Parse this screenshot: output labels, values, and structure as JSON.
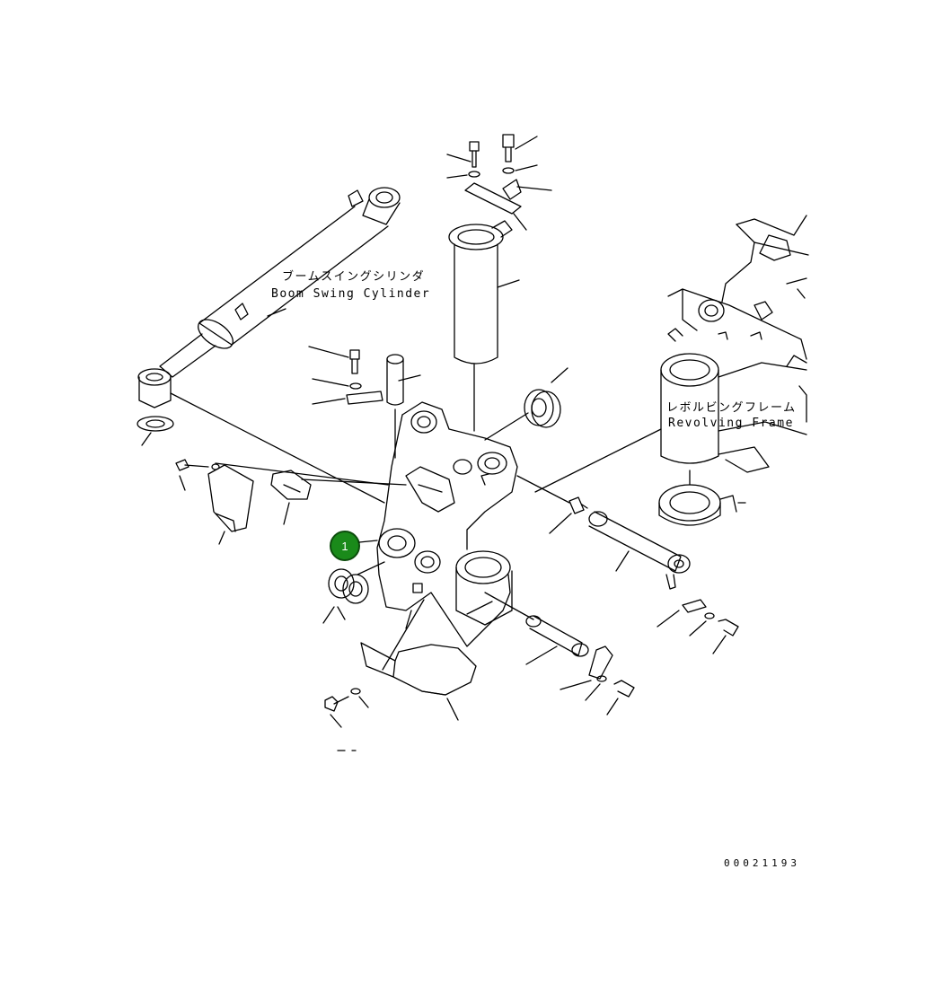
{
  "labels": {
    "boom_swing_cylinder_jp": "ブームスイングシリンダ",
    "boom_swing_cylinder_en": "Boom Swing Cylinder",
    "revolving_frame_jp": "レボルビングフレーム",
    "revolving_frame_en": "Revolving Frame"
  },
  "callouts": [
    {
      "number": "1",
      "color": "#1a8a1a",
      "border": "#0d4d0d"
    }
  ],
  "document_number": "00021193",
  "colors": {
    "line": "#000000",
    "background": "#ffffff"
  }
}
